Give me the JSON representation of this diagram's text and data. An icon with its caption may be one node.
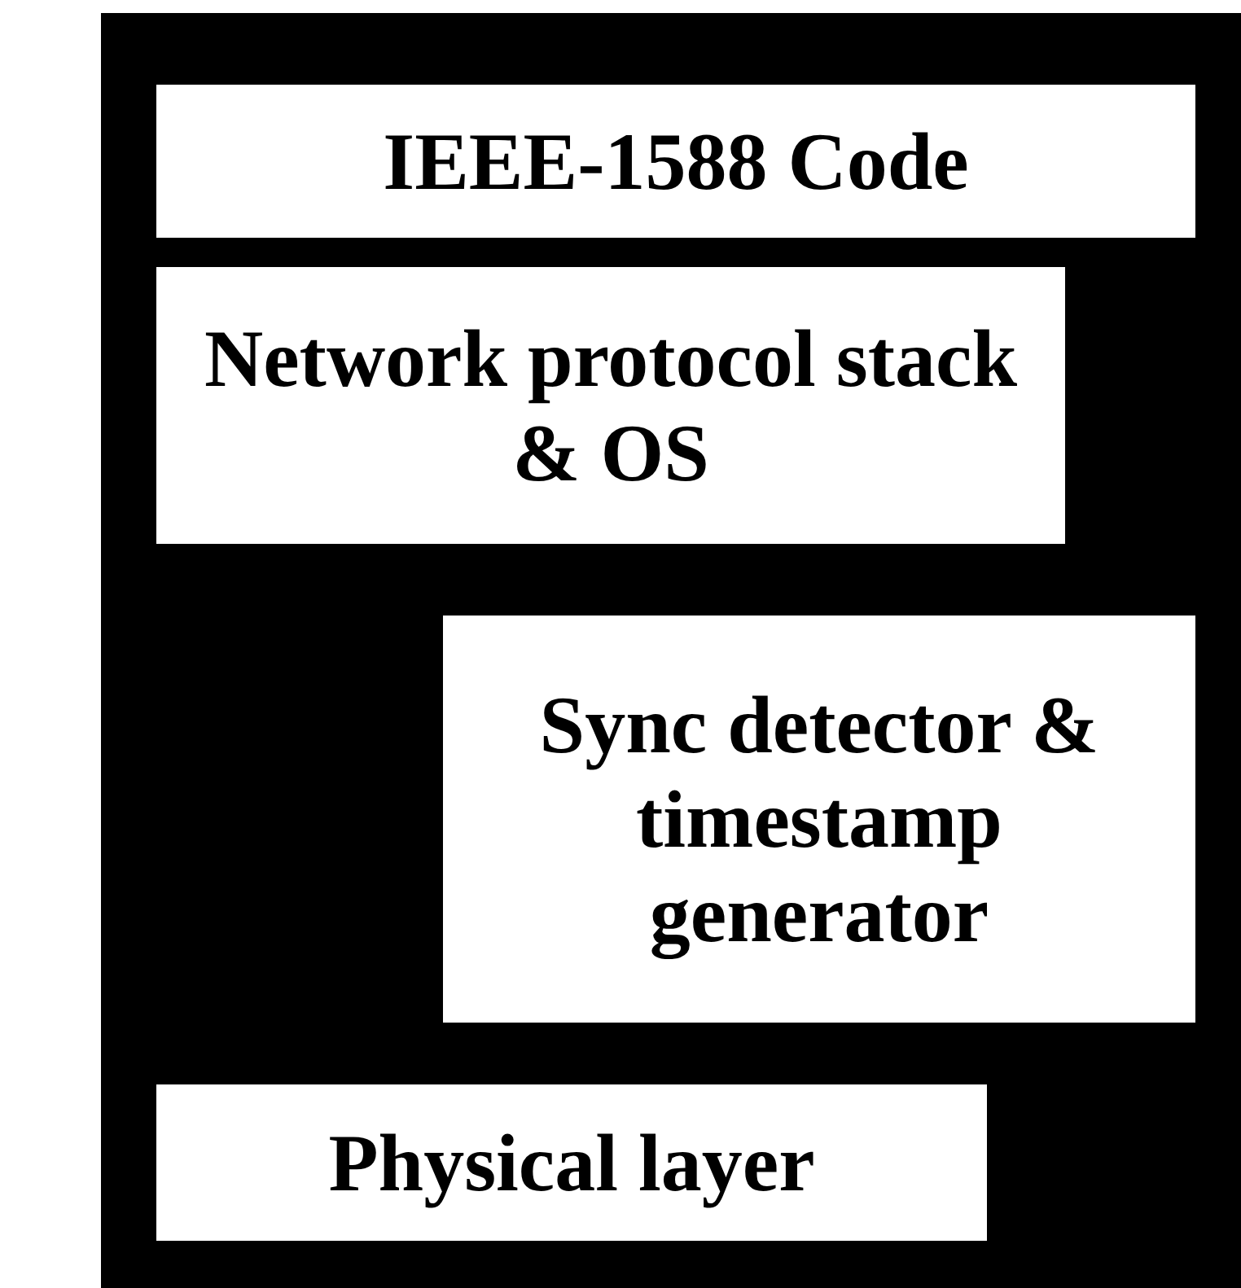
{
  "diagram": {
    "nodes": [
      {
        "text": [],
        "shape": "box"
      },
      {
        "text": [
          "IEEE-1588 Code"
        ],
        "in": 0
      },
      {
        "text": [
          "Network protocol stack & OS"
        ],
        "in": 0
      },
      {
        "text": [
          "Sync detector & timestamp generator"
        ],
        "in": 0
      },
      {
        "text": [
          "Physical layer"
        ],
        "in": 0
      }
    ]
  }
}
